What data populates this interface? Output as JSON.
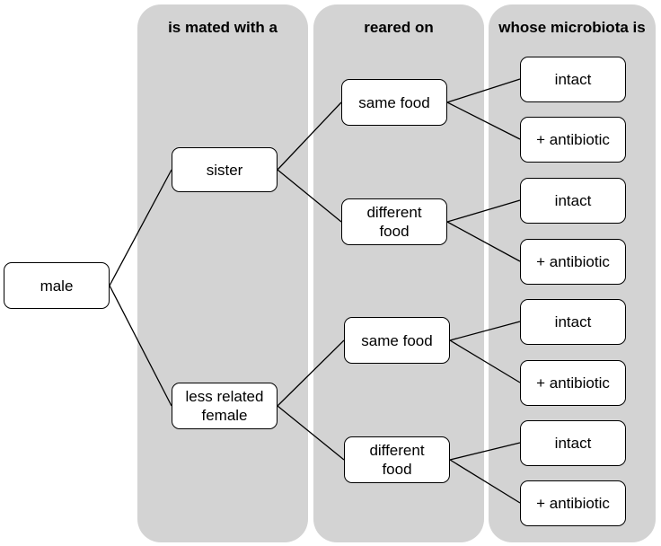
{
  "columns": [
    {
      "header": "is mated with a"
    },
    {
      "header": "reared on"
    },
    {
      "header": "whose microbiota is"
    }
  ],
  "nodes": {
    "male": "male",
    "sister": "sister",
    "less_related": [
      "less related",
      "female"
    ],
    "same_food_1": "same food",
    "different_food_1": [
      "different",
      "food"
    ],
    "same_food_2": "same food",
    "different_food_2": [
      "different",
      "food"
    ],
    "intact": "intact",
    "antibiotic": "+ antibiotic"
  }
}
